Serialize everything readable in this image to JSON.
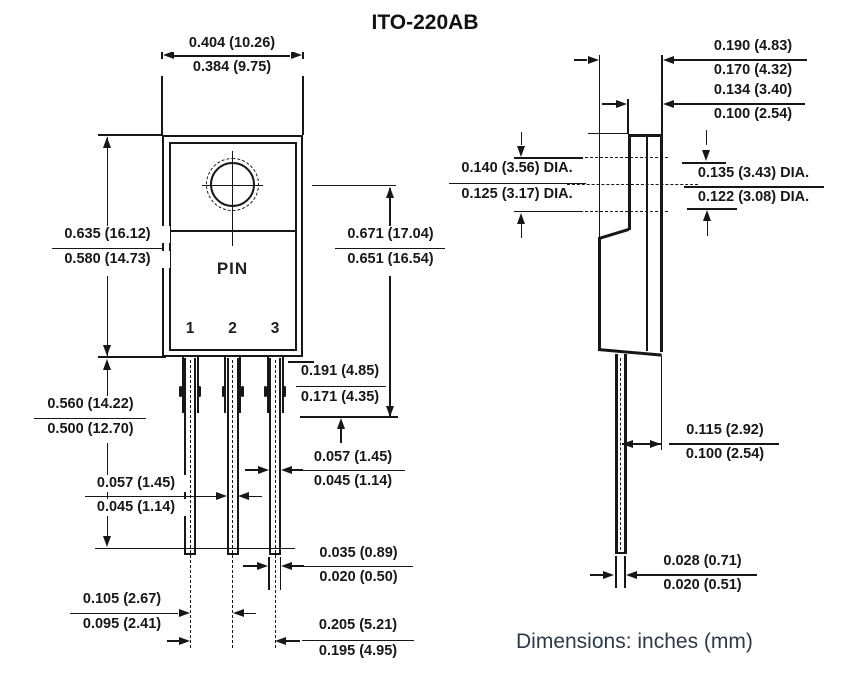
{
  "title": "ITO-220AB",
  "footer": "Dimensions: inches (mm)",
  "front_view": {
    "pin_label": "PIN",
    "pin_numbers": [
      "1",
      "2",
      "3"
    ],
    "dims": {
      "body_width": {
        "max": "0.404 (10.26)",
        "min": "0.384 (9.75)"
      },
      "body_height": {
        "max": "0.635 (16.12)",
        "min": "0.580 (14.73)"
      },
      "hole_to_shoulder": {
        "max": "0.671 (17.04)",
        "min": "0.651 (16.54)"
      },
      "shoulder_length": {
        "max": "0.191 (4.85)",
        "min": "0.171 (4.35)"
      },
      "lead_width_pin3": {
        "max": "0.057 (1.45)",
        "min": "0.045 (1.14)"
      },
      "lead_length": {
        "max": "0.560 (14.22)",
        "min": "0.500 (12.70)"
      },
      "lead_width_pin2": {
        "max": "0.057 (1.45)",
        "min": "0.045 (1.14)"
      },
      "lead_tip_width": {
        "max": "0.035 (0.89)",
        "min": "0.020 (0.50)"
      },
      "lead_pitch": {
        "max": "0.105 (2.67)",
        "min": "0.095 (2.41)"
      },
      "lead_span": {
        "max": "0.205 (5.21)",
        "min": "0.195 (4.95)"
      }
    }
  },
  "side_view": {
    "dims": {
      "body_thickness": {
        "max": "0.190 (4.83)",
        "min": "0.170 (4.32)"
      },
      "tab_thickness": {
        "max": "0.134 (3.40)",
        "min": "0.100 (2.54)"
      },
      "hole_dia_front": {
        "max": "0.140 (3.56) DIA.",
        "min": "0.125 (3.17) DIA."
      },
      "hole_dia_back": {
        "max": "0.135 (3.43) DIA.",
        "min": "0.122 (3.08) DIA."
      },
      "lead_center_to_back": {
        "max": "0.115 (2.92)",
        "min": "0.100 (2.54)"
      },
      "lead_thickness": {
        "max": "0.028 (0.71)",
        "min": "0.020 (0.51)"
      }
    }
  },
  "colors": {
    "line": "#171717",
    "footer_text": "#2e3947"
  }
}
